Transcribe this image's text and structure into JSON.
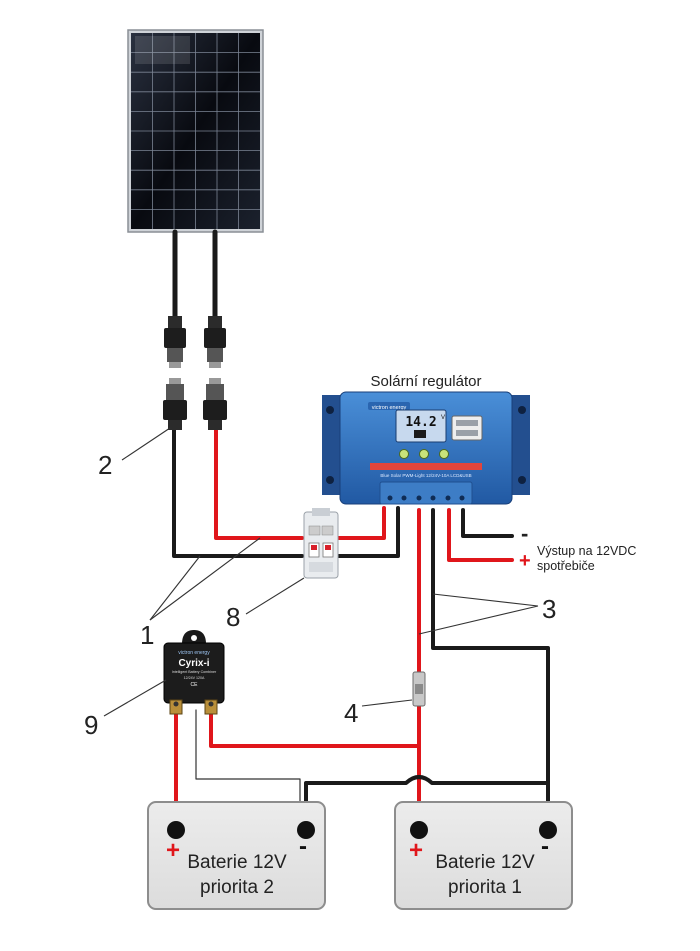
{
  "regulator": {
    "title": "Solární regulátor",
    "brand": "victron energy",
    "display_value": "14.2",
    "display_unit": "V",
    "model": "Blue Solar PWM-Light 12/24V-10A LCD&USB"
  },
  "output": {
    "minus": "-",
    "plus": "+",
    "label_line1": "Výstup na 12VDC",
    "label_line2": "spotřebiče"
  },
  "cyrix": {
    "brand": "victron energy",
    "name": "Cyrix-i",
    "subtitle": "Intelligent Battery Combiner",
    "rating": "12/24V 120A",
    "ce": "CE"
  },
  "batteries": [
    {
      "line1": "Baterie 12V",
      "line2": "priorita 2",
      "plus": "+",
      "minus": "-"
    },
    {
      "line1": "Baterie 12V",
      "line2": "priorita 1",
      "plus": "+",
      "minus": "-"
    }
  ],
  "callouts": [
    "1",
    "2",
    "3",
    "4",
    "8",
    "9"
  ],
  "colors": {
    "positive_wire": "#e0161b",
    "negative_wire": "#1a1a1a",
    "regulator_blue": "#2f6fb7",
    "battery_fill": "#e6e6e6",
    "panel_cell": "#0c0f16"
  }
}
